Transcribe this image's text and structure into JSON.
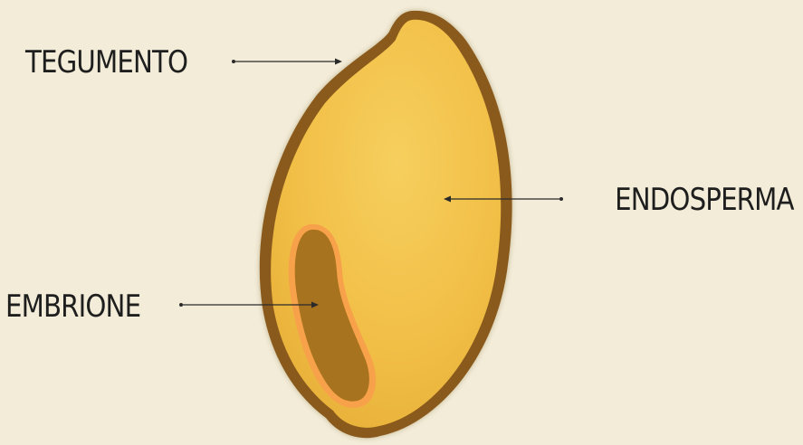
{
  "diagram": {
    "labels": {
      "tegumento": "TEGUMENTO",
      "endosperma": "ENDOSPERMA",
      "embrione": "EMBRIONE"
    },
    "colors": {
      "background": "#f2ecd8",
      "seed_coat": "#8a5a1c",
      "endosperm": "#f3c44c",
      "embryo": "#a8731f",
      "embryo_rim": "#f7a24a",
      "leader_line": "#2a2a2a"
    }
  }
}
